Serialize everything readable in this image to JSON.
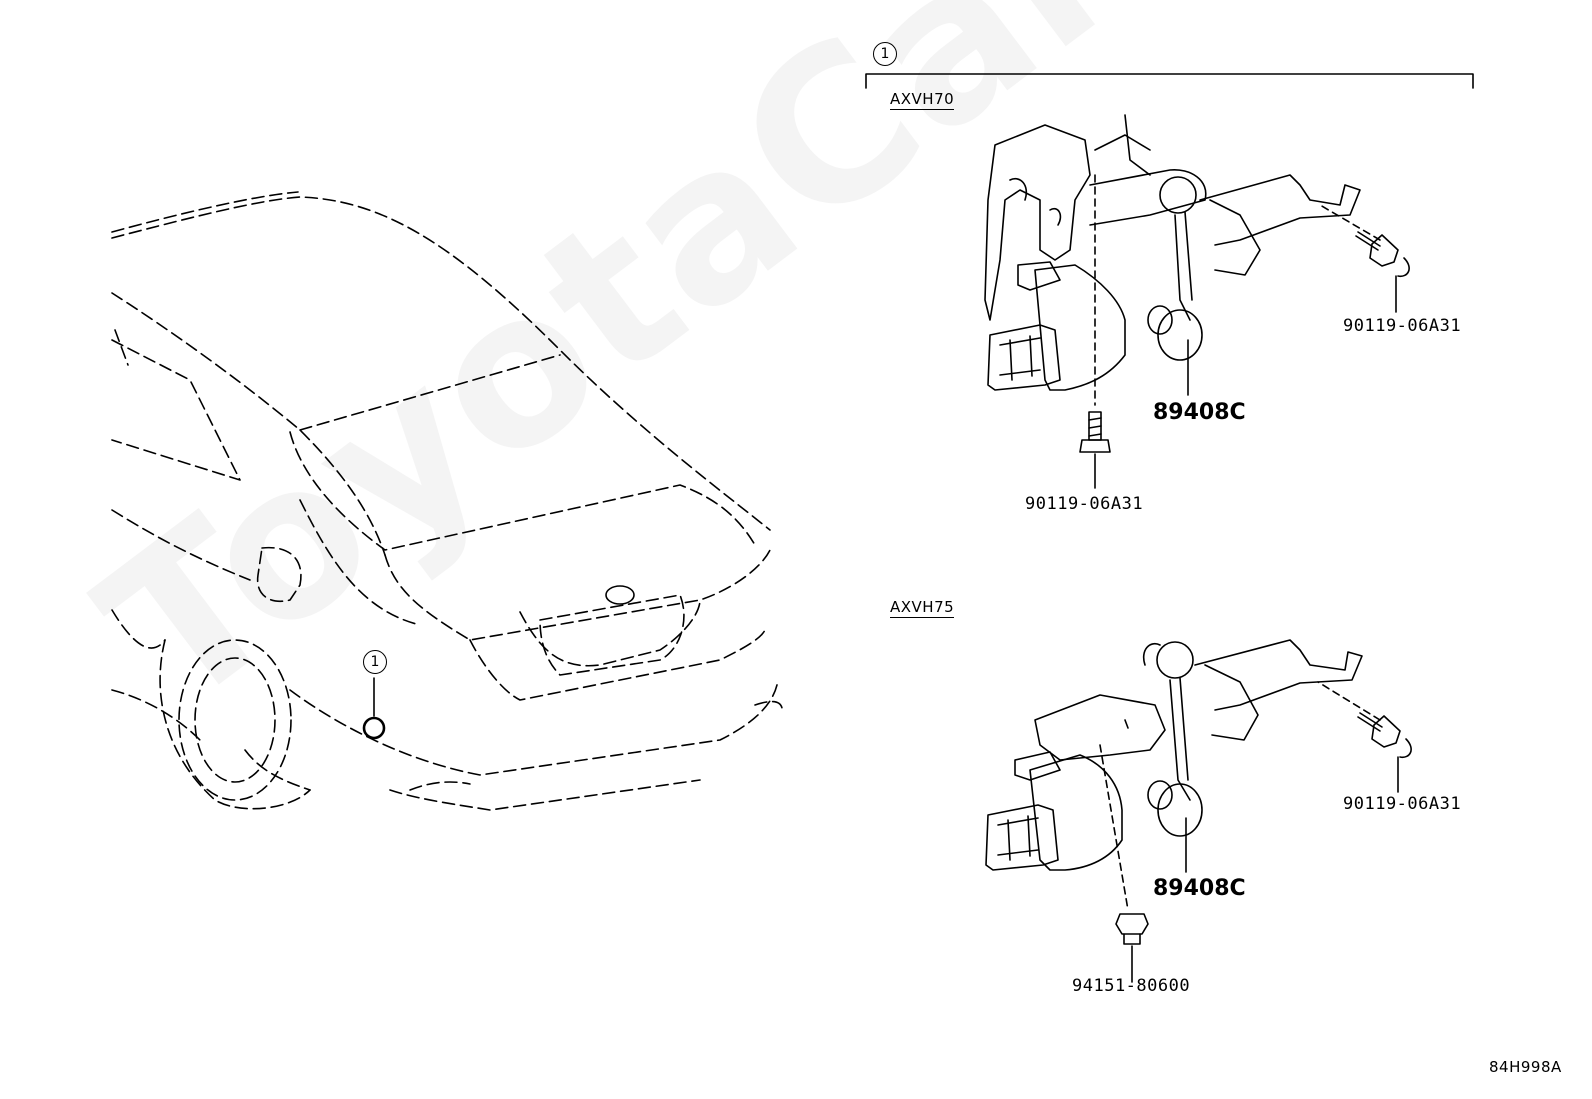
{
  "watermark": "ToyotaCarMine.ru",
  "callouts": {
    "top_ref": "1",
    "car_ref": "1"
  },
  "variants": {
    "upper": "AXVH70",
    "lower": "AXVH75"
  },
  "parts": {
    "upper_bolt_right": "90119-06A31",
    "upper_sensor": "89408C",
    "upper_bolt_bottom": "90119-06A31",
    "lower_bolt_right": "90119-06A31",
    "lower_sensor": "89408C",
    "lower_nut_bottom": "94151-80600"
  },
  "diagram_code": "84H998A"
}
